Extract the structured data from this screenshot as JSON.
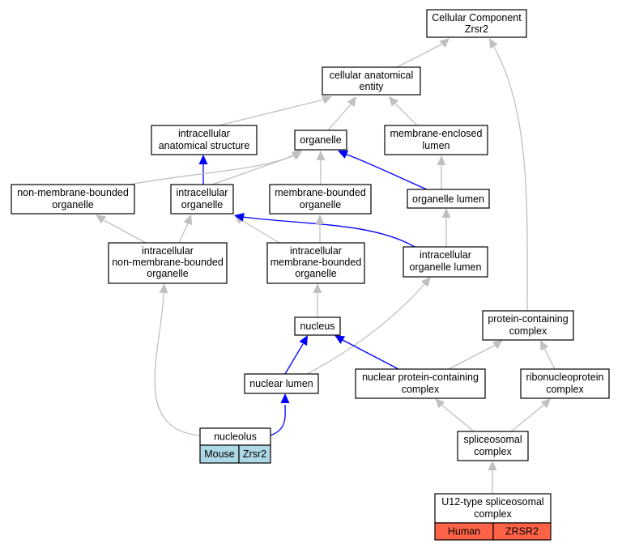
{
  "colors": {
    "gray_edge": "#c0c0c0",
    "blue_edge": "#0000ff",
    "mouse_cell": "#add8e6",
    "human_cell": "#ff6347"
  },
  "nodes": {
    "cellular_component": {
      "line1": "Cellular Component",
      "line2": "Zrsr2"
    },
    "cellular_anatomical_entity": {
      "line1": "cellular anatomical",
      "line2": "entity"
    },
    "intracellular_anatomical_structure": {
      "line1": "intracellular",
      "line2": "anatomical structure"
    },
    "organelle": {
      "line1": "organelle"
    },
    "membrane_enclosed_lumen": {
      "line1": "membrane-enclosed",
      "line2": "lumen"
    },
    "non_membrane_bounded_organelle": {
      "line1": "non-membrane-bounded",
      "line2": "organelle"
    },
    "intracellular_organelle": {
      "line1": "intracellular",
      "line2": "organelle"
    },
    "membrane_bounded_organelle": {
      "line1": "membrane-bounded",
      "line2": "organelle"
    },
    "organelle_lumen": {
      "line1": "organelle lumen"
    },
    "intracellular_non_membrane_bounded_organelle": {
      "line1": "intracellular",
      "line2": "non-membrane-bounded",
      "line3": "organelle"
    },
    "intracellular_membrane_bounded_organelle": {
      "line1": "intracellular",
      "line2": "membrane-bounded",
      "line3": "organelle"
    },
    "intracellular_organelle_lumen": {
      "line1": "intracellular",
      "line2": "organelle lumen"
    },
    "nucleus": {
      "line1": "nucleus"
    },
    "protein_containing_complex": {
      "line1": "protein-containing",
      "line2": "complex"
    },
    "nuclear_lumen": {
      "line1": "nuclear lumen"
    },
    "nuclear_protein_containing_complex": {
      "line1": "nuclear protein-containing",
      "line2": "complex"
    },
    "ribonucleoprotein_complex": {
      "line1": "ribonucleoprotein",
      "line2": "complex"
    },
    "nucleolus": {
      "line1": "nucleolus",
      "species": "Mouse",
      "gene": "Zrsr2"
    },
    "spliceosomal_complex": {
      "line1": "spliceosomal",
      "line2": "complex"
    },
    "u12_type_spliceosomal_complex": {
      "line1": "U12-type spliceosomal",
      "line2": "complex",
      "species": "Human",
      "gene": "ZRSR2"
    }
  },
  "edges": [
    {
      "from": "cellular_anatomical_entity",
      "to": "cellular_component",
      "color": "gray"
    },
    {
      "from": "protein_containing_complex",
      "to": "cellular_component",
      "color": "gray"
    },
    {
      "from": "intracellular_anatomical_structure",
      "to": "cellular_anatomical_entity",
      "color": "gray"
    },
    {
      "from": "organelle",
      "to": "cellular_anatomical_entity",
      "color": "gray"
    },
    {
      "from": "membrane_enclosed_lumen",
      "to": "cellular_anatomical_entity",
      "color": "gray"
    },
    {
      "from": "intracellular_organelle",
      "to": "intracellular_anatomical_structure",
      "color": "blue"
    },
    {
      "from": "non_membrane_bounded_organelle",
      "to": "organelle",
      "color": "gray"
    },
    {
      "from": "intracellular_organelle",
      "to": "organelle",
      "color": "gray"
    },
    {
      "from": "membrane_bounded_organelle",
      "to": "organelle",
      "color": "gray"
    },
    {
      "from": "organelle_lumen",
      "to": "organelle",
      "color": "blue"
    },
    {
      "from": "organelle_lumen",
      "to": "membrane_enclosed_lumen",
      "color": "gray"
    },
    {
      "from": "intracellular_non_membrane_bounded_organelle",
      "to": "non_membrane_bounded_organelle",
      "color": "gray"
    },
    {
      "from": "intracellular_non_membrane_bounded_organelle",
      "to": "intracellular_organelle",
      "color": "gray"
    },
    {
      "from": "intracellular_membrane_bounded_organelle",
      "to": "intracellular_organelle",
      "color": "gray"
    },
    {
      "from": "intracellular_organelle_lumen",
      "to": "intracellular_organelle",
      "color": "blue"
    },
    {
      "from": "intracellular_membrane_bounded_organelle",
      "to": "membrane_bounded_organelle",
      "color": "gray"
    },
    {
      "from": "intracellular_organelle_lumen",
      "to": "organelle_lumen",
      "color": "gray"
    },
    {
      "from": "nucleus",
      "to": "intracellular_membrane_bounded_organelle",
      "color": "gray"
    },
    {
      "from": "nuclear_lumen",
      "to": "intracellular_organelle_lumen",
      "color": "gray"
    },
    {
      "from": "nuclear_lumen",
      "to": "nucleus",
      "color": "blue"
    },
    {
      "from": "nuclear_protein_containing_complex",
      "to": "nucleus",
      "color": "blue"
    },
    {
      "from": "nuclear_protein_containing_complex",
      "to": "protein_containing_complex",
      "color": "gray"
    },
    {
      "from": "ribonucleoprotein_complex",
      "to": "protein_containing_complex",
      "color": "gray"
    },
    {
      "from": "nucleolus",
      "to": "intracellular_non_membrane_bounded_organelle",
      "color": "gray"
    },
    {
      "from": "nucleolus",
      "to": "nuclear_lumen",
      "color": "blue"
    },
    {
      "from": "spliceosomal_complex",
      "to": "nuclear_protein_containing_complex",
      "color": "gray"
    },
    {
      "from": "spliceosomal_complex",
      "to": "ribonucleoprotein_complex",
      "color": "gray"
    },
    {
      "from": "u12_type_spliceosomal_complex",
      "to": "spliceosomal_complex",
      "color": "gray"
    }
  ]
}
